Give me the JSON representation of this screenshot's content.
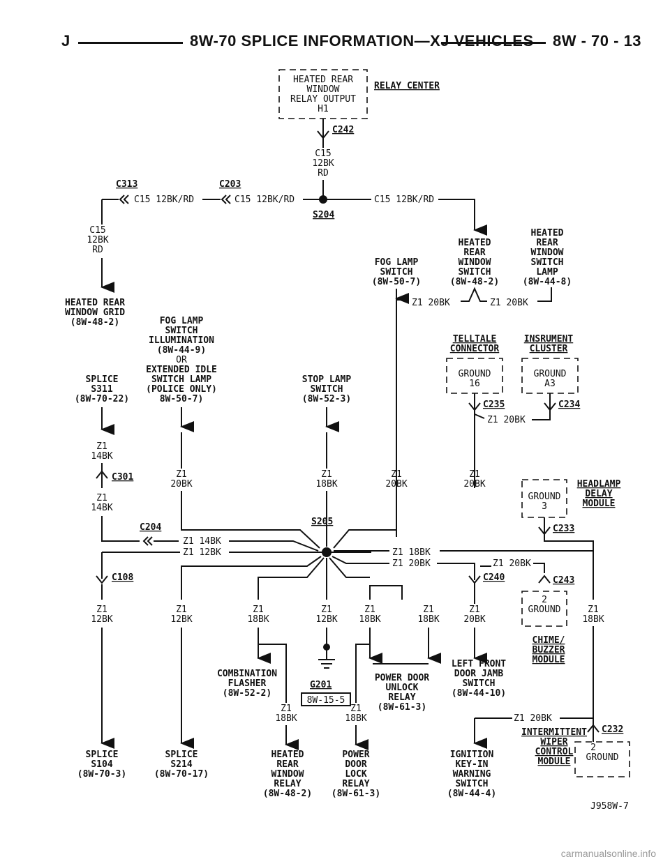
{
  "header": {
    "left": "J",
    "title": "8W-70 SPLICE INFORMATION—XJ VEHICLES",
    "right": "8W - 70 - 13"
  },
  "figure_id": "J958W-7",
  "footer": "carmanualsonline.info",
  "boxes": {
    "heated_rear_window_relay": [
      "HEATED REAR",
      "WINDOW",
      "RELAY OUTPUT",
      "H1"
    ],
    "telltale_ground": [
      "GROUND",
      "16"
    ],
    "cluster_ground": [
      "GROUND",
      "A3"
    ],
    "headlamp_ground": [
      "GROUND",
      "3"
    ],
    "c243_ground": [
      "2",
      "GROUND"
    ],
    "wiper_ground": [
      "2",
      "GROUND"
    ]
  },
  "connectors": {
    "relay_center": "RELAY CENTER",
    "c242": "C242",
    "c313": "C313",
    "c203": "C203",
    "s204": "S204",
    "c235": "C235",
    "c234": "C234",
    "c301": "C301",
    "c204": "C204",
    "s205": "S205",
    "c233": "C233",
    "c108": "C108",
    "c240": "C240",
    "c243": "C243",
    "g201": "G201",
    "c232": "C232",
    "ref_8w_15_5": "8W-15-5"
  },
  "wires": {
    "c15_stack": [
      "C15",
      "12BK",
      "RD"
    ],
    "c15_12bk_rd": "C15 12BK/RD",
    "z1_20bk": "Z1 20BK",
    "z1_14bk": "Z1 14BK",
    "z1_12bk": "Z1 12BK",
    "z1_18bk": "Z1 18BK",
    "z1_14bk_stack": [
      "Z1",
      "14BK"
    ],
    "z1_20bk_stack": [
      "Z1",
      "20BK"
    ],
    "z1_18bk_stack": [
      "Z1",
      "18BK"
    ],
    "z1_12bk_stack": [
      "Z1",
      "12BK"
    ]
  },
  "components": {
    "heated_rear_window_grid": [
      "HEATED REAR",
      "WINDOW GRID",
      "(8W-48-2)"
    ],
    "fog_lamp_switch_top": [
      "FOG LAMP",
      "SWITCH",
      "(8W-50-7)"
    ],
    "heated_rear_window_switch": [
      "HEATED",
      "REAR",
      "WINDOW",
      "SWITCH",
      "(8W-48-2)"
    ],
    "heated_rear_window_switch_lamp": [
      "HEATED",
      "REAR",
      "WINDOW",
      "SWITCH",
      "LAMP",
      "(8W-44-8)"
    ],
    "fog_lamp_switch_illum": [
      "FOG LAMP",
      "SWITCH",
      "ILLUMINATION",
      "(8W-44-9)",
      "OR",
      "EXTENDED IDLE",
      "SWITCH LAMP",
      "(POLICE ONLY)",
      "8W-50-7)"
    ],
    "splice_s311": [
      "SPLICE",
      "S311",
      "(8W-70-22)"
    ],
    "stop_lamp_switch": [
      "STOP LAMP",
      "SWITCH",
      "(8W-52-3)"
    ],
    "telltale_connector": [
      "TELLTALE",
      "CONNECTOR"
    ],
    "instrument_cluster": [
      "INSRUMENT",
      "CLUSTER"
    ],
    "headlamp_delay_module": [
      "HEADLAMP",
      "DELAY",
      "MODULE"
    ],
    "chime_buzzer_module": [
      "CHIME/",
      "BUZZER",
      "MODULE"
    ],
    "combination_flasher": [
      "COMBINATION",
      "FLASHER",
      "(8W-52-2)"
    ],
    "power_door_unlock_relay": [
      "POWER DOOR",
      "UNLOCK",
      "RELAY",
      "(8W-61-3)"
    ],
    "left_front_door_jamb_switch": [
      "LEFT FRONT",
      "DOOR JAMB",
      "SWITCH",
      "(8W-44-10)"
    ],
    "intermittent_wiper_module": [
      "INTERMITTENT",
      "WIPER",
      "CONTROL",
      "MODULE"
    ],
    "splice_s104": [
      "SPLICE",
      "S104",
      "(8W-70-3)"
    ],
    "splice_s214": [
      "SPLICE",
      "S214",
      "(8W-70-17)"
    ],
    "heated_rear_window_relay_bottom": [
      "HEATED",
      "REAR",
      "WINDOW",
      "RELAY",
      "(8W-48-2)"
    ],
    "power_door_lock_relay": [
      "POWER",
      "DOOR",
      "LOCK",
      "RELAY",
      "(8W-61-3)"
    ],
    "ignition_key_in_warning_switch": [
      "IGNITION",
      "KEY-IN",
      "WARNING",
      "SWITCH",
      "(8W-44-4)"
    ]
  }
}
